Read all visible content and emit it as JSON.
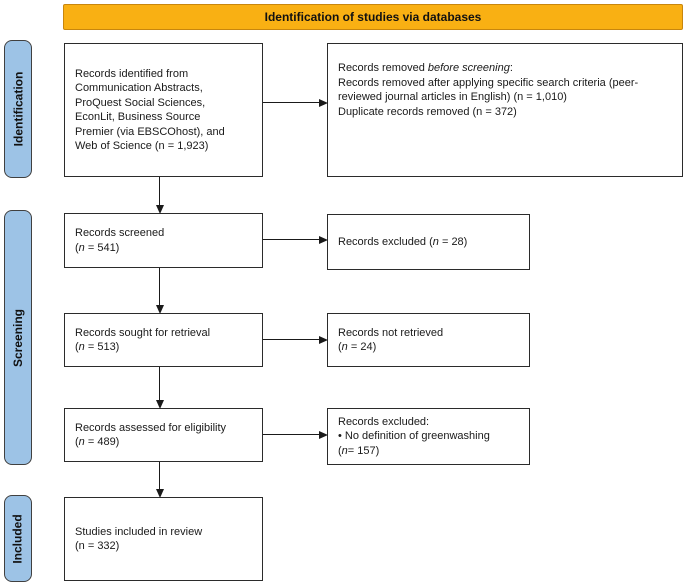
{
  "banner": {
    "title": "Identification of studies via databases"
  },
  "colors": {
    "banner_bg": "#F9B013",
    "banner_border": "#C8860D",
    "sidebar_bg": "#9DC3E6",
    "sidebar_border": "#404040",
    "box_border": "#2B2B2B",
    "arrow": "#1A1A1A"
  },
  "sidebar": {
    "items": [
      {
        "label": "Identification"
      },
      {
        "label": "Screening"
      },
      {
        "label": "Included"
      }
    ]
  },
  "boxes": {
    "identified": {
      "lines": [
        "Records identified from",
        "Communication Abstracts,",
        "ProQuest Social Sciences,",
        "EconLit, Business Source",
        "Premier (via EBSCOhost), and",
        "Web of Science (n = 1,923)"
      ]
    },
    "removed": {
      "line1_pre": "Records removed ",
      "line1_italic": "before screening",
      "line1_suffix": ":",
      "line2": "Records removed after applying specific search criteria (peer-",
      "line3": "reviewed journal articles in English) (n = 1,010)",
      "line4": "Duplicate records removed (n = 372)"
    },
    "screened": {
      "line1": "Records screened",
      "n_pre": "(",
      "n_label": "n",
      "n_suffix": " = 541)"
    },
    "excluded_screening": {
      "pre": "Records excluded (",
      "n_label": "n",
      "suffix": " = 28)"
    },
    "sought": {
      "line1": "Records sought for retrieval",
      "n_pre": "(",
      "n_label": "n",
      "n_suffix": " = 513)"
    },
    "not_retrieved": {
      "line1": "Records not retrieved",
      "n_pre": "(",
      "n_label": "n",
      "n_suffix": " = 24)"
    },
    "assessed": {
      "line1": "Records assessed for eligibility",
      "n_pre": "(",
      "n_label": "n",
      "n_suffix": " = 489)"
    },
    "excluded_eligibility": {
      "line1": "Records excluded:",
      "line2": "• No definition of greenwashing",
      "n_pre": "(",
      "n_label": "n",
      "n_suffix": "= 157)"
    },
    "included": {
      "line1": "Studies included in review",
      "line2": "(n = 332)"
    }
  }
}
